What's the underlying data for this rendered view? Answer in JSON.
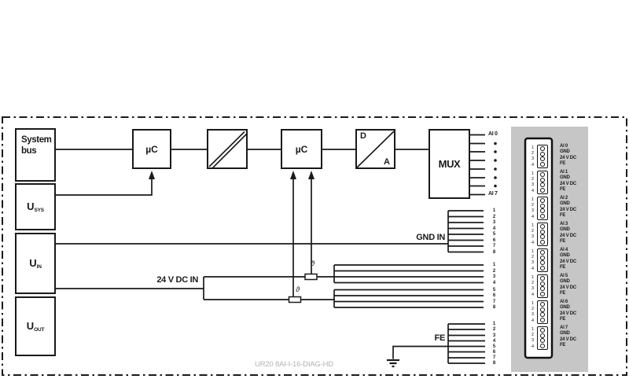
{
  "caption": "UR20 8AI-I-16-DIAG-HD",
  "boxes": {
    "system_bus": {
      "label": "System bus"
    },
    "u_sys": {
      "base": "U",
      "sub": "SYS"
    },
    "u_in": {
      "base": "U",
      "sub": "IN"
    },
    "u_out": {
      "base": "U",
      "sub": "OUT"
    },
    "uc1": {
      "label": "µC"
    },
    "uc2": {
      "label": "µC"
    },
    "adc": {
      "top": "D",
      "bottom": "A"
    },
    "mux": {
      "label": "MUX"
    }
  },
  "signals": {
    "ai_first": "AI 0",
    "ai_last": "AI 7",
    "gnd_in": "GND IN",
    "dc_in": "24 V DC IN",
    "fe": "FE",
    "thermal_fuse_1": "ϑ",
    "thermal_fuse_2": "ϑ"
  },
  "wire_numbers": {
    "gnd_in": [
      "1",
      "2",
      "3",
      "4",
      "5",
      "6",
      "7",
      "8"
    ],
    "dc_24v": [
      "1",
      "2",
      "3",
      "4",
      "5",
      "6",
      "7",
      "8"
    ],
    "fe": [
      "1",
      "2",
      "3",
      "4",
      "5",
      "6",
      "7",
      "8"
    ]
  },
  "connector": {
    "pin_numbers": [
      "1",
      "2",
      "3",
      "4"
    ],
    "blocks": [
      {
        "channel": "AI 0",
        "row2": "GND",
        "row3": "24 V DC",
        "row4": "FE"
      },
      {
        "channel": "AI 1",
        "row2": "GND",
        "row3": "24 V DC",
        "row4": "FE"
      },
      {
        "channel": "AI 2",
        "row2": "GND",
        "row3": "24 V DC",
        "row4": "FE"
      },
      {
        "channel": "AI 3",
        "row2": "GND",
        "row3": "24 V DC",
        "row4": "FE"
      },
      {
        "channel": "AI 4",
        "row2": "GND",
        "row3": "24 V DC",
        "row4": "FE"
      },
      {
        "channel": "AI 5",
        "row2": "GND",
        "row3": "24 V DC",
        "row4": "FE"
      },
      {
        "channel": "AI 6",
        "row2": "GND",
        "row3": "24 V DC",
        "row4": "FE"
      },
      {
        "channel": "AI 7",
        "row2": "GND",
        "row3": "24 V DC",
        "row4": "FE"
      }
    ]
  },
  "colors": {
    "ink": "#1a1a1a",
    "panel_gray": "#c6c6c6",
    "caption_gray": "#b2b2b2"
  }
}
